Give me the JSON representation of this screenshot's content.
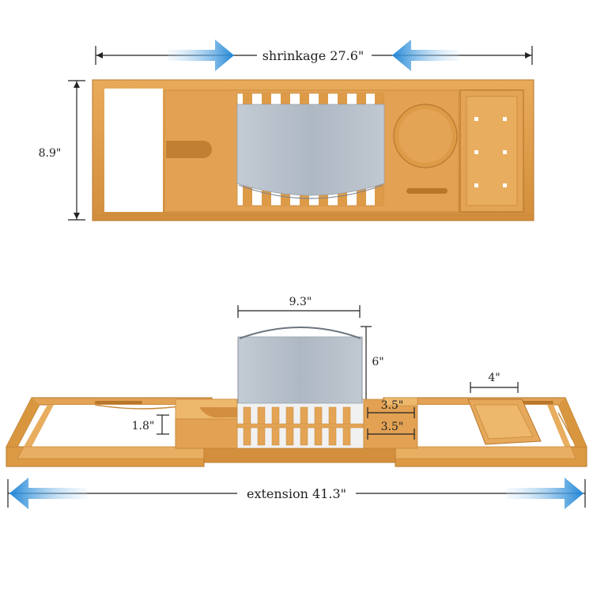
{
  "top_view": {
    "width_label": "shrinkage 27.6\"",
    "depth_label": "8.9\""
  },
  "bottom_view": {
    "width_label": "extension 41.3\"",
    "book_holder_width_label": "9.3\"",
    "book_holder_height_label": "6\"",
    "tray_height_label": "1.8\"",
    "slot_label_upper": "3.5\"",
    "slot_label_lower": "3.5\"",
    "side_tray_width_label": "4\""
  },
  "colors": {
    "bamboo": "#dc9a44",
    "bamboo_light": "#eab467",
    "bamboo_dark": "#b8772b",
    "fabric": "#b7c0ca",
    "arrow_blue": "#1f86d6",
    "dimension_line": "#222222"
  }
}
